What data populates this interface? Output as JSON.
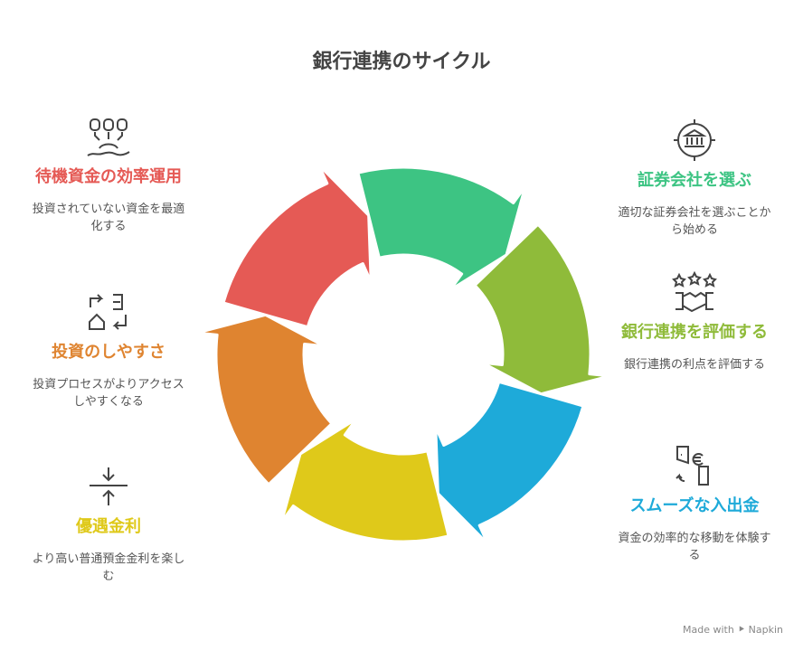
{
  "title": "銀行連携のサイクル",
  "left": [
    {
      "title": "待機資金の効率運用",
      "desc": "投資されていない資金を最適化する",
      "color": "#e55a55",
      "icon": "coins-flow-icon"
    },
    {
      "title": "投資のしやすさ",
      "desc": "投資プロセスがよりアクセスしやすくなる",
      "color": "#df8430",
      "icon": "home-transfer-icon"
    },
    {
      "title": "優遇金利",
      "desc": "より高い普通預金金利を楽しむ",
      "color": "#dfc91a",
      "icon": "compress-arrows-icon"
    }
  ],
  "right": [
    {
      "title": "証券会社を選ぶ",
      "desc": "適切な証券会社を選ぶことから始める",
      "color": "#3dc483",
      "icon": "bank-target-icon"
    },
    {
      "title": "銀行連携を評価する",
      "desc": "銀行連携の利点を評価する",
      "color": "#8fbb3a",
      "icon": "stars-handshake-icon"
    },
    {
      "title": "スムーズな入出金",
      "desc": "資金の効率的な移動を体験する",
      "color": "#1eaad9",
      "icon": "euro-transfer-icon"
    }
  ],
  "cycle_colors": [
    "#3dc483",
    "#8fbb3a",
    "#1eaad9",
    "#dfc91a",
    "#df8430",
    "#e55a55"
  ],
  "footer": "Made with ⯈ Napkin"
}
